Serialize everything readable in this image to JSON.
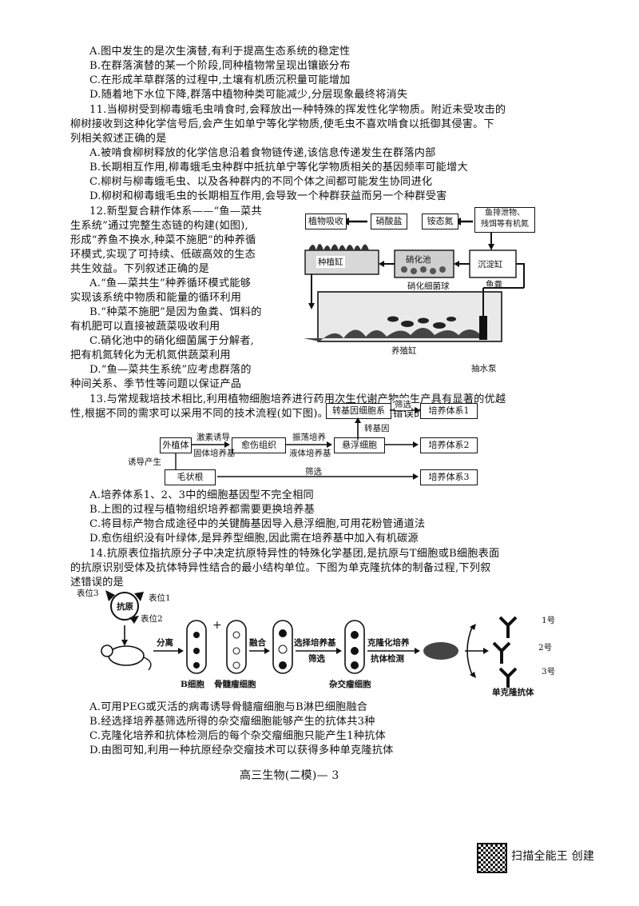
{
  "q10_options": [
    "A.图中发生的是次生演替,有利于提高生态系统的稳定性",
    "B.在群落演替的某一个阶段,同种植物常呈现出镶嵌分布",
    "C.在形成羊草群落的过程中,土壤有机质沉积量可能增加",
    "D.随着地下水位下降,群落中植物种类可能减少,分层现象最终将消失"
  ],
  "q11": {
    "stem": [
      "11.当柳树受到柳毒蛾毛虫啃食时,会释放出一种特殊的挥发性化学物质。附近未受攻击的",
      "柳树接收到这种化学信号后,会产生如单宁等化学物质,使毛虫不喜欢啃食以抵御其侵害。下",
      "列相关叙述正确的是"
    ],
    "options": [
      "A.被啃食柳树释放的化学信息沿着食物链传递,该信息传递发生在群落内部",
      "B.长期相互作用,柳毒蛾毛虫种群中抵抗单宁等化学物质相关的基因频率可能增大",
      "C.柳树与柳毒蛾毛虫、以及各种群内的不同个体之间都可能发生协同进化",
      "D.柳树和柳毒蛾毛虫的长期相互作用,会导致一个种群获益而另一个种群受害"
    ]
  },
  "q12": {
    "lines": [
      "12.新型复合耕作体系——“鱼—菜共",
      "生系统”通过完整生态链的构建(如图),",
      "形成“养鱼不换水,种菜不施肥”的种养循",
      "环模式,实现了可持续、低碳高效的生态",
      "共生效益。下列叙述正确的是",
      "A.“鱼—菜共生”种养循环模式能够",
      "实现该系统中物质和能量的循环利用",
      "B.“种菜不施肥”是因为鱼粪、饵料的",
      "有机肥可以直接被蔬菜吸收利用",
      "C.硝化池中的硝化细菌属于分解者,",
      "把有机氮转化为无机氮供蔬菜利用",
      "D.“鱼—菜共生系统”应考虑群落的",
      "种间关系、季节性等问题以保证产品"
    ],
    "diagram": {
      "box_plant": "植物吸收",
      "box_nitrate": "硝酸盐",
      "box_ammonium": "铵态氮",
      "box_waste": [
        "鱼排泄物、",
        "残饵等有机氮"
      ],
      "tank_plant": "种植缸",
      "tank_nitrify": "硝化池",
      "tank_settle": "沉淀缸",
      "label_bacteria_ball": "硝化细菌球",
      "label_feces": "鱼粪",
      "tank_fish": "养殖缸",
      "label_pump": "抽水泵"
    }
  },
  "q13": {
    "stem": [
      "13.与常规栽培技术相比,利用植物细胞培养进行药用次生代谢产物的生产具有显著的优越",
      "性,根据不同的需求可以采用不同的技术流程(如下图)。下列相关叙述错误的是"
    ],
    "diagram": {
      "explant": "外植体",
      "callus": "愈伤组织",
      "suspension": "悬浮细胞",
      "transgenic": "转基因细胞系",
      "hairy_root": "毛状根",
      "system1": "培养体系1",
      "system2": "培养体系2",
      "system3": "培养体系3",
      "hormone_top": "激素诱导",
      "hormone_bottom": "固体培养基",
      "shake_top": "振荡培养",
      "shake_bottom": "液体培养基",
      "screen1": "筛选",
      "screen3": "筛选",
      "transgene": "转基因",
      "induce": "诱导产生"
    },
    "options": [
      "A.培养体系1、2、3中的细胞基因型不完全相同",
      "B.上图的过程与植物组织培养都需要更换培养基",
      "C.将目标产物合成途径中的关键酶基因导入悬浮细胞,可用花粉管通道法",
      "D.愈伤组织没有叶绿体,是异养型细胞,因此需在培养基中加入有机碳源"
    ]
  },
  "q14": {
    "stem": [
      "14.抗原表位指抗原分子中决定抗原特异性的特殊化学基团,是抗原与T细胞或B细胞表面",
      "的抗原识别受体及抗体特异性结合的最小结构单位。下图为单克隆抗体的制备过程,下列叙",
      "述错误的是"
    ],
    "diagram": {
      "epitope3": "表位3",
      "antigen": "抗原",
      "epitope1": "表位1",
      "epitope2": "表位2",
      "separate": "分离",
      "plus": "+",
      "fuse": "融合",
      "selective_medium": "选择培养基",
      "screen": "筛选",
      "clone_culture": "克隆化培养",
      "antibody_test": "抗体检测",
      "b_cell": "B细胞",
      "myeloma": "骨髓瘤细胞",
      "hybridoma": "杂交瘤细胞",
      "no1": "1号",
      "no2": "2号",
      "no3": "3号",
      "mab": "单克隆抗体"
    },
    "options": [
      "A.可用PEG或灭活的病毒诱导骨髓瘤细胞与B淋巴细胞融合",
      "B.经选择培养基筛选所得的杂交瘤细胞能够产生的抗体共3种",
      "C.克隆化培养和抗体检测后的每个杂交瘤细胞只能产生1种抗体",
      "D.由图可知,利用一种抗原经杂交瘤技术可以获得多种单克隆抗体"
    ]
  },
  "footer": "高三生物(二模)— 3",
  "scanner_mark": "扫描全能王 创建"
}
